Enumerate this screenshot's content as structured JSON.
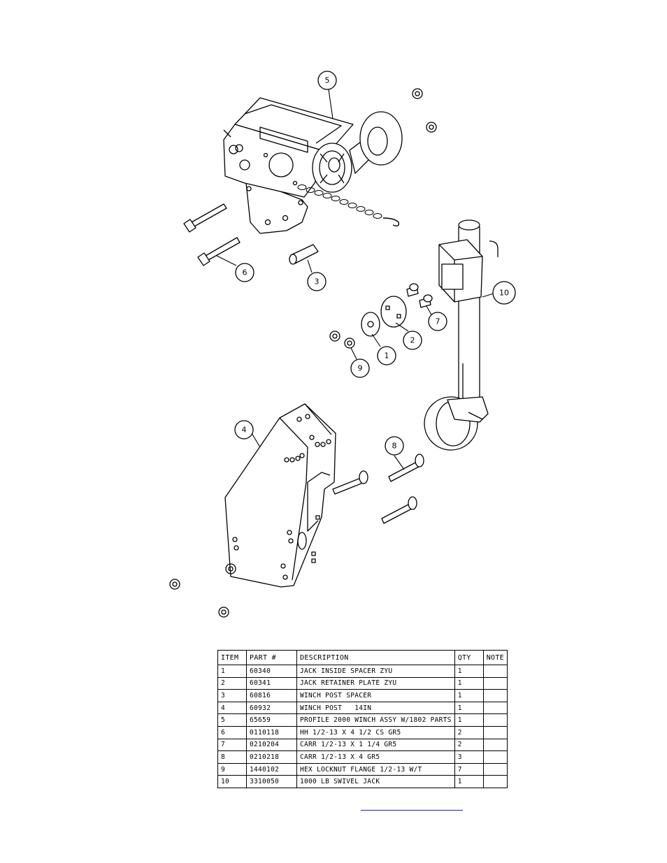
{
  "callouts": [
    "5",
    "6",
    "3",
    "10",
    "7",
    "2",
    "1",
    "9",
    "4",
    "8"
  ],
  "table": {
    "headers": [
      "ITEM",
      "PART #",
      "DESCRIPTION",
      "QTY",
      "NOTE"
    ],
    "rows": [
      {
        "item": "1",
        "part": "60340",
        "description": "JACK INSIDE SPACER ZYU",
        "qty": "1",
        "note": ""
      },
      {
        "item": "2",
        "part": "60341",
        "description": "JACK RETAINER PLATE ZYU",
        "qty": "1",
        "note": ""
      },
      {
        "item": "3",
        "part": "60816",
        "description": "WINCH POST SPACER",
        "qty": "1",
        "note": ""
      },
      {
        "item": "4",
        "part": "60932",
        "description": "WINCH POST   14IN",
        "qty": "1",
        "note": ""
      },
      {
        "item": "5",
        "part": "65659",
        "description": "PROFILE 2000 WINCH ASSY W/1802 PARTS",
        "qty": "1",
        "note": ""
      },
      {
        "item": "6",
        "part": "0110118",
        "description": "HH 1/2-13 X 4 1/2 CS GR5",
        "qty": "2",
        "note": ""
      },
      {
        "item": "7",
        "part": "0210204",
        "description": "CARR 1/2-13 X 1 1/4 GR5",
        "qty": "2",
        "note": ""
      },
      {
        "item": "8",
        "part": "0210218",
        "description": "CARR 1/2-13 X 4 GR5",
        "qty": "3",
        "note": ""
      },
      {
        "item": "9",
        "part": "1440102",
        "description": "HEX LOCKNUT FLANGE 1/2-13 W/T",
        "qty": "7",
        "note": ""
      },
      {
        "item": "10",
        "part": "3310050",
        "description": "1000 LB SWIVEL JACK",
        "qty": "1",
        "note": ""
      }
    ]
  },
  "colors": {
    "line": "#000000",
    "link": "#1a1ad6"
  }
}
